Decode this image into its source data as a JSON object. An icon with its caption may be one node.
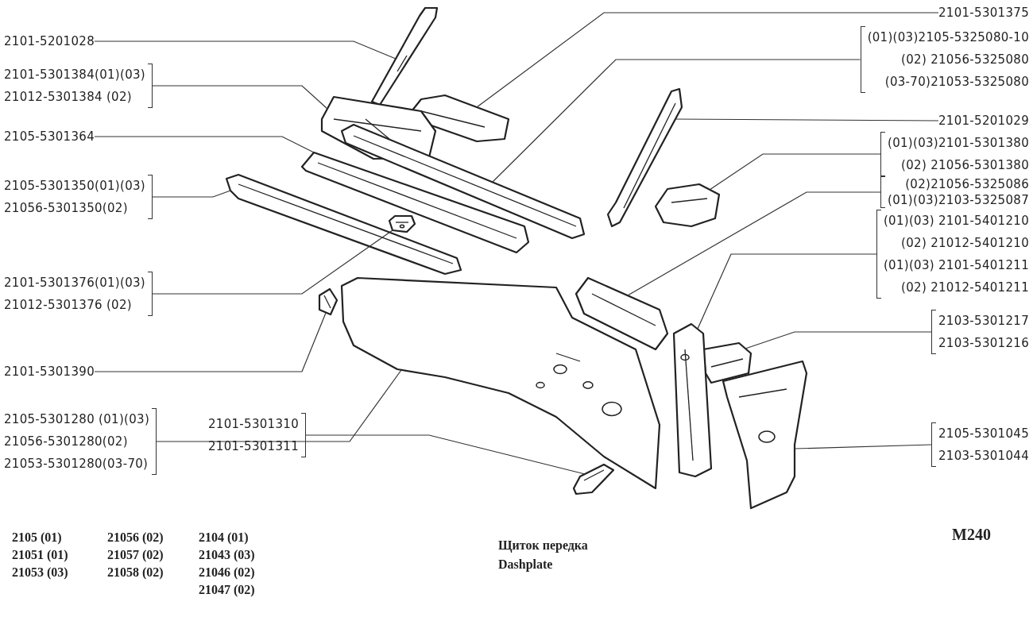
{
  "diagram": {
    "title": "Щиток передка",
    "caption": "Dashplate",
    "nodes": [
      {
        "text": [
          "2101-5201028"
        ]
      },
      {
        "text": [
          "2101-5301384(01)(03)",
          "21012-5301384 (02)"
        ]
      },
      {
        "text": [
          "2105-5301364"
        ]
      },
      {
        "text": [
          "2105-5301350(01)(03)",
          "21056-5301350(02)"
        ]
      },
      {
        "text": [
          "2101-5301376(01)(03)",
          "21012-5301376 (02)"
        ]
      },
      {
        "text": [
          "2101-5301390"
        ]
      },
      {
        "text": [
          "2105-5301280 (01)(03)",
          "21056-5301280(02)",
          "21053-5301280(03-70)"
        ]
      },
      {
        "text": [
          "2101-5301310",
          "2101-5301311"
        ]
      },
      {
        "text": [
          "2101-5301375"
        ]
      },
      {
        "text": [
          "(01)(03)2105-5325080-10",
          "(02) 21056-5325080",
          "(03-70)21053-5325080"
        ]
      },
      {
        "text": [
          "2101-5201029"
        ]
      },
      {
        "text": [
          "(01)(03)2101-5301380",
          "(02) 21056-5301380"
        ]
      },
      {
        "text": [
          "(02)21056-5325086",
          "(01)(03)2103-5325087"
        ]
      },
      {
        "text": [
          "(01)(03) 2101-5401210",
          "(02) 21012-5401210",
          "(01)(03) 2101-5401211",
          "(02) 21012-5401211"
        ]
      },
      {
        "text": [
          "2103-5301217",
          "2103-5301216"
        ]
      },
      {
        "text": [
          "2105-5301045",
          "2103-5301044"
        ]
      },
      {
        "text": [],
        "shape": "picture"
      },
      {
        "text": [],
        "shape": "picture"
      },
      {
        "text": [],
        "shape": "picture"
      },
      {
        "text": [],
        "shape": "picture"
      },
      {
        "text": [],
        "shape": "picture"
      },
      {
        "text": [],
        "shape": "picture"
      },
      {
        "text": [],
        "shape": "picture"
      },
      {
        "text": [],
        "shape": "picture"
      },
      {
        "text": [],
        "shape": "picture"
      },
      {
        "text": [],
        "shape": "picture"
      },
      {
        "text": [],
        "shape": "picture"
      },
      {
        "text": [],
        "shape": "picture"
      },
      {
        "text": [],
        "shape": "picture"
      },
      {
        "text": [],
        "shape": "picture"
      },
      {
        "text": [],
        "shape": "picture"
      },
      {
        "text": [],
        "shape": "picture"
      }
    ],
    "edges": [
      {
        "from": 0,
        "to": 16,
        "arrow": "none"
      },
      {
        "from": 1,
        "to": 18,
        "arrow": "none"
      },
      {
        "from": 2,
        "to": 20,
        "arrow": "none"
      },
      {
        "from": 3,
        "to": 23,
        "arrow": "none"
      },
      {
        "from": 4,
        "to": 24,
        "arrow": "none"
      },
      {
        "from": 5,
        "to": 25,
        "arrow": "none"
      },
      {
        "from": 6,
        "to": 28,
        "arrow": "none"
      },
      {
        "from": 7,
        "to": 31,
        "arrow": "none"
      },
      {
        "from": 8,
        "to": 17,
        "arrow": "none"
      },
      {
        "from": 9,
        "to": 21,
        "arrow": "none"
      },
      {
        "from": 10,
        "to": 19,
        "arrow": "none"
      },
      {
        "from": 11,
        "to": 22,
        "arrow": "none"
      },
      {
        "from": 12,
        "to": 26,
        "arrow": "none"
      },
      {
        "from": 13,
        "to": 29,
        "arrow": "none"
      },
      {
        "from": 14,
        "to": 27,
        "arrow": "none"
      },
      {
        "from": 15,
        "to": 30,
        "arrow": "none"
      }
    ],
    "labels": [
      "2105 (01)",
      "21056 (02)",
      "2104 (01)",
      "21051 (01)",
      "21057 (02)",
      "21043 (03)",
      "21053 (03)",
      "21058 (02)",
      "21046 (02)",
      "21047 (02)",
      "M240"
    ]
  }
}
